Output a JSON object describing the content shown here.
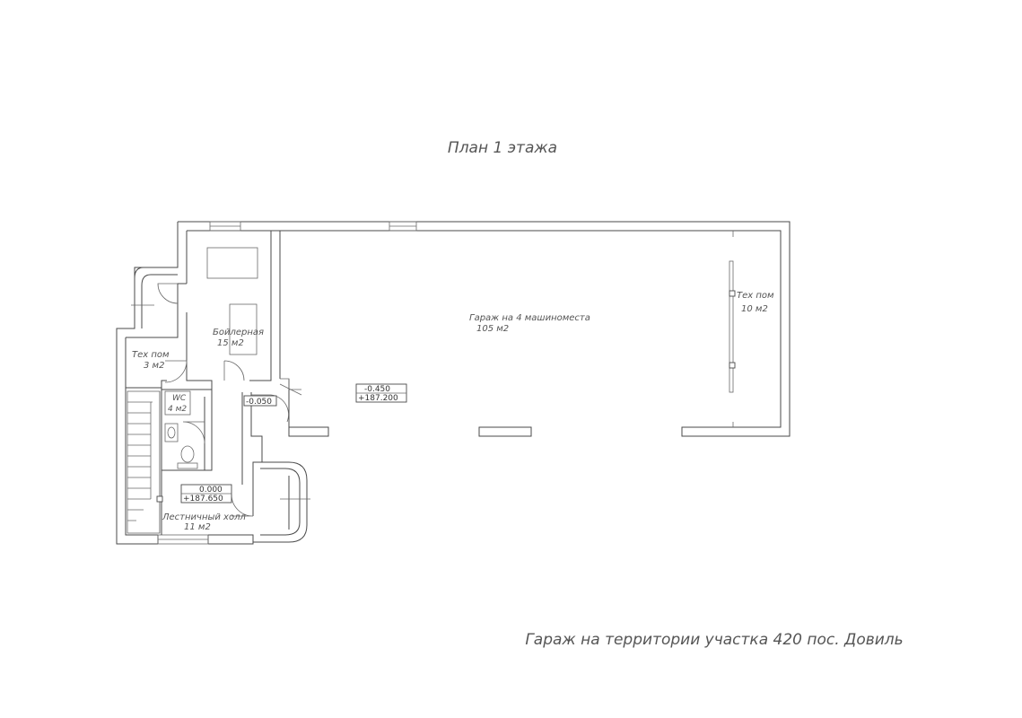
{
  "drawing": {
    "title": "План 1 этажа",
    "caption": "Гараж на территории участка 420 пос. Довиль"
  },
  "rooms": {
    "garage": {
      "name": "Гараж на 4 машиноместа",
      "area": "105 м2"
    },
    "tech_room_big": {
      "name": "Тех пом",
      "area": "10 м2"
    },
    "boiler": {
      "name": "Бойлерная",
      "area": "15 м2"
    },
    "tech_room_small": {
      "name": "Тех пом",
      "area": "3 м2"
    },
    "wc": {
      "name": "WC",
      "area": "4 м2"
    },
    "stair_hall": {
      "name": "Лестничный холл",
      "area": "11 м2"
    }
  },
  "levels": {
    "garage_level": {
      "relative": "-0.450",
      "absolute": "+187.200"
    },
    "hall_level": {
      "relative": "0.000",
      "absolute": "+187.650"
    },
    "entry_level": {
      "relative": "-0.050"
    }
  },
  "colors": {
    "line": "#4a4a4a",
    "text": "#555555",
    "background": "#ffffff"
  }
}
